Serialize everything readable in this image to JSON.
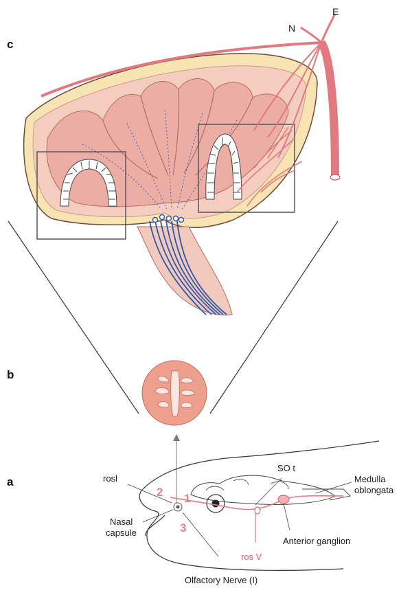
{
  "panels": {
    "a": "a",
    "b": "b",
    "c": "c"
  },
  "panel_c": {
    "nerve_n": "N",
    "nerve_e": "E"
  },
  "panel_a": {
    "rosl": "rosl",
    "sot": "SO t",
    "medulla_line1": "Medulla",
    "medulla_line2": "oblongata",
    "nasal_line1": "Nasal",
    "nasal_line2": "capsule",
    "anterior_ganglion": "Anterior ganglion",
    "ros_v": "ros V",
    "olfactory_nerve": "Olfactory Nerve  (I)",
    "num1": "1",
    "num2": "2",
    "num3": "3"
  },
  "colors": {
    "nerve_red": "#e07a80",
    "nerve_blue": "#2f57a8",
    "epithelium_pink": "#f0b7ae",
    "capsule_cream": "#f8e4b2",
    "label_red": "#d9606a"
  }
}
